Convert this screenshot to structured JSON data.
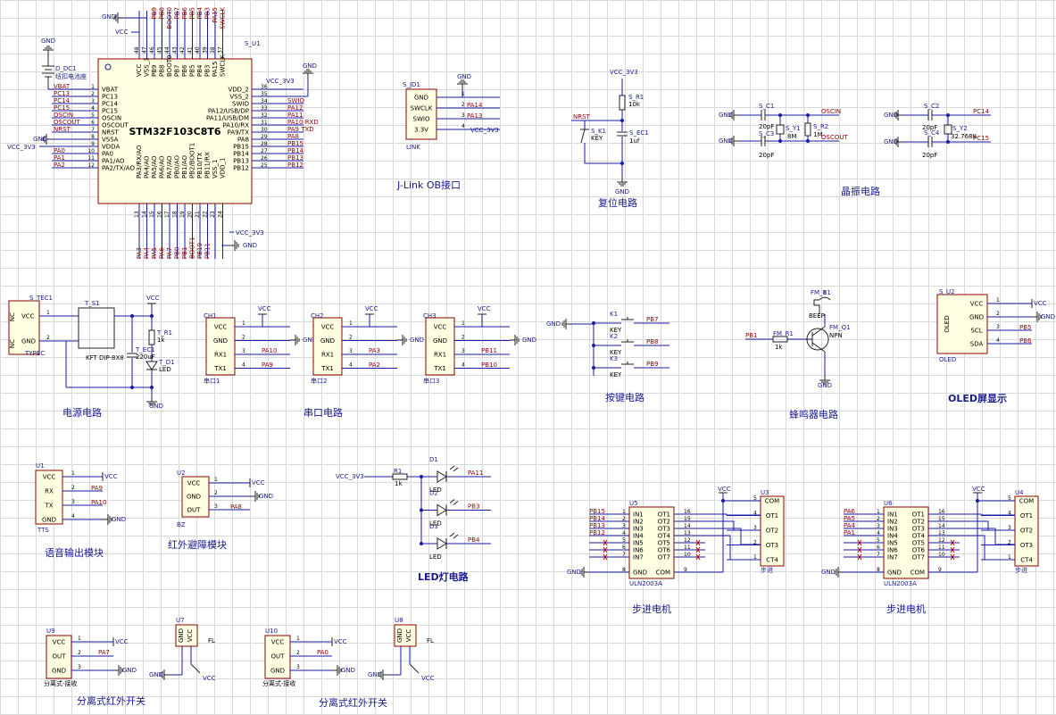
{
  "mcu": {
    "ref": "S_U1",
    "part": "STM32F103C8T6",
    "left_pins": [
      {
        "net": "VBAT",
        "name": "VBAT",
        "num": "1"
      },
      {
        "net": "PC13",
        "name": "PC13",
        "num": "2"
      },
      {
        "net": "PC14",
        "name": "PC14",
        "num": "3"
      },
      {
        "net": "PC15",
        "name": "PC15",
        "num": "4"
      },
      {
        "net": "OSCIN",
        "name": "OSCIN",
        "num": "5"
      },
      {
        "net": "OSCOUT",
        "name": "OSCOUT",
        "num": "6"
      },
      {
        "net": "NRST",
        "name": "NRST",
        "num": "7"
      },
      {
        "net": "GND",
        "name": "VSSA",
        "num": "8"
      },
      {
        "net": "VCC_3V3",
        "name": "VDDA",
        "num": "9"
      },
      {
        "net": "PA0",
        "name": "PA0",
        "num": "10"
      },
      {
        "net": "PA1",
        "name": "PA1/AO",
        "num": "11"
      },
      {
        "net": "PA2",
        "name": "PA2/TX/AO",
        "num": "12"
      }
    ],
    "right_pins": [
      {
        "net": "VCC_3V3",
        "name": "VDD_2",
        "num": "36"
      },
      {
        "net": "",
        "name": "VSS_2",
        "num": "35"
      },
      {
        "net": "SWIO",
        "name": "SWIO",
        "num": "34"
      },
      {
        "net": "PA12",
        "name": "PA12/USB/DP",
        "num": "33"
      },
      {
        "net": "PA11",
        "name": "PA11/USB/DM",
        "num": "32"
      },
      {
        "net": "PA10 RXD",
        "name": "PA10/RX",
        "num": "31"
      },
      {
        "net": "PA9 TXD",
        "name": "PA9/TX",
        "num": "30"
      },
      {
        "net": "PA8",
        "name": "PA8",
        "num": "29"
      },
      {
        "net": "PB15",
        "name": "PB15",
        "num": "28"
      },
      {
        "net": "PB14",
        "name": "PB14",
        "num": "27"
      },
      {
        "net": "PB13",
        "name": "PB13",
        "num": "26"
      },
      {
        "net": "PB12",
        "name": "PB12",
        "num": "25"
      }
    ],
    "top_pins": [
      {
        "name": "VCC",
        "num": "48",
        "net": "VCC"
      },
      {
        "name": "VSS_3",
        "num": "47",
        "net": "GND"
      },
      {
        "name": "PB9",
        "num": "46",
        "net": "PB9"
      },
      {
        "name": "PB8",
        "num": "45",
        "net": "PB8"
      },
      {
        "name": "BOOT0",
        "num": "44",
        "net": "BOOT0"
      },
      {
        "name": "PB7",
        "num": "43",
        "net": "PB7"
      },
      {
        "name": "PB6",
        "num": "42",
        "net": "PB6"
      },
      {
        "name": "PB5",
        "num": "41",
        "net": "PB5"
      },
      {
        "name": "PB4",
        "num": "40",
        "net": "PB4"
      },
      {
        "name": "PB3",
        "num": "39",
        "net": "PB3"
      },
      {
        "name": "PA15",
        "num": "38",
        "net": "PA15"
      },
      {
        "name": "SWCLK",
        "num": "37",
        "net": "SWCLK"
      }
    ],
    "bottom_pins": [
      {
        "name": "PA3/RX/AO",
        "num": "13",
        "net": "PA3"
      },
      {
        "name": "PA4/AO",
        "num": "14",
        "net": "PA4"
      },
      {
        "name": "PA5/AO",
        "num": "15",
        "net": "PA5"
      },
      {
        "name": "PA6/AO",
        "num": "16",
        "net": "PA6"
      },
      {
        "name": "PA7/AO",
        "num": "17",
        "net": "PA7"
      },
      {
        "name": "PB0/AO",
        "num": "18",
        "net": "PB0"
      },
      {
        "name": "PB1/AO",
        "num": "19",
        "net": "PB1"
      },
      {
        "name": "PB2/BOOT1",
        "num": "20",
        "net": "BOOT1"
      },
      {
        "name": "PB10/TX",
        "num": "21",
        "net": "PB10"
      },
      {
        "name": "PB11/RX",
        "num": "22",
        "net": "PB11"
      },
      {
        "name": "VSS_1",
        "num": "23",
        "net": ""
      },
      {
        "name": "VDD_1",
        "num": "24",
        "net": "VCC_3V3"
      }
    ],
    "battery": {
      "ref": "D_DC1",
      "label": "纽扣电池座"
    }
  },
  "jlink": {
    "ref": "S_JD1",
    "part": "LINK",
    "caption": "J-Link OB接口",
    "pins": [
      {
        "name": "GND",
        "num": "1",
        "net": ""
      },
      {
        "name": "SWCLK",
        "num": "2",
        "net": "PA14"
      },
      {
        "name": "SWIO",
        "num": "3",
        "net": "PA13"
      },
      {
        "name": "3.3V",
        "num": "4",
        "net": "VCC_3V3"
      }
    ]
  },
  "reset": {
    "caption": "复位电路",
    "vcc": "VCC_3V3",
    "r_ref": "S_R1",
    "r_val": "10k",
    "key_ref": "S_K1",
    "key_val": "KEY",
    "c_ref": "S_EC1",
    "c_val": "1uf",
    "net": "NRST"
  },
  "crystal": {
    "caption": "晶振电路",
    "c1": "S_C1",
    "c2": "S_C2",
    "c3": "S_C3",
    "c4": "S_C4",
    "cval": "20pF",
    "y1": "S_Y1",
    "y1val": "8M",
    "y2": "S_Y2",
    "y2val": "32.768K",
    "r2": "S_R2",
    "r2val": "1M",
    "oscin": "OSCIN",
    "oscout": "OSCOUT",
    "pc14": "PC14",
    "pc15": "PC15"
  },
  "power": {
    "caption": "电源电路",
    "usb_ref": "S_TEC1",
    "usb_part": "TYPEC",
    "usb_pins": [
      {
        "name": "VCC",
        "num": "1"
      },
      {
        "name": "GND",
        "num": "2"
      }
    ],
    "nc": "NC",
    "sw_ref": "T_S1",
    "sw_part": "KFT DIP-8X8",
    "c_ref": "T_EC1",
    "c_val": "220uF",
    "r_ref": "T_R1",
    "r_val": "1k",
    "led_ref": "T_D1",
    "led_val": "LED"
  },
  "serial": {
    "caption": "串口电路",
    "modules": [
      {
        "ref": "CH1",
        "part": "串口1",
        "tx": "PA9",
        "rx": "PA10"
      },
      {
        "ref": "CH2",
        "part": "串口2",
        "tx": "PA2",
        "rx": "PA3"
      },
      {
        "ref": "CH3",
        "part": "串口3",
        "tx": "PB10",
        "rx": "PB11"
      }
    ],
    "pins": [
      "VCC",
      "GND",
      "RX1",
      "TX1"
    ]
  },
  "keys": {
    "caption": "按键电路",
    "items": [
      {
        "ref": "K1",
        "val": "KEY",
        "net": "PB7"
      },
      {
        "ref": "K2",
        "val": "KEY",
        "net": "PB8"
      },
      {
        "ref": "K3",
        "val": "KEY",
        "net": "PB9"
      }
    ]
  },
  "buzzer": {
    "caption": "蜂鸣器电路",
    "b_ref": "FM_B1",
    "b_val": "BEEP",
    "q_ref": "FM_Q1",
    "q_val": "NPN",
    "r_ref": "FM_R1",
    "r_val": "1k",
    "net": "PB1"
  },
  "oled": {
    "caption": "OLED屏显示",
    "ref": "S_U2",
    "part": "OLED",
    "pins": [
      {
        "name": "VCC",
        "num": "1",
        "net": "VCC"
      },
      {
        "name": "GND",
        "num": "2",
        "net": "GND"
      },
      {
        "name": "SCL",
        "num": "3",
        "net": "PB5"
      },
      {
        "name": "SDA",
        "num": "4",
        "net": "PB6"
      }
    ]
  },
  "voice": {
    "caption": "语音输出模块",
    "ref": "U1",
    "part": "TTS",
    "pins": [
      {
        "name": "VCC",
        "num": "1",
        "net": "VCC"
      },
      {
        "name": "RX",
        "num": "2",
        "net": "PA9"
      },
      {
        "name": "TX",
        "num": "3",
        "net": "PA10"
      },
      {
        "name": "GND",
        "num": "4",
        "net": "GND"
      }
    ]
  },
  "ir": {
    "caption": "红外避障模块",
    "ref": "U2",
    "part": "BZ",
    "pins": [
      {
        "name": "VCC",
        "num": "1",
        "net": "VCC"
      },
      {
        "name": "GND",
        "num": "2",
        "net": "GND"
      },
      {
        "name": "OUT",
        "num": "3",
        "net": "PA8"
      }
    ]
  },
  "leds": {
    "caption": "LED灯电路",
    "vcc": "VCC_3V3",
    "r_ref": "R1",
    "r_val": "1k",
    "items": [
      {
        "ref": "D1",
        "val": "LED",
        "net": "PA11"
      },
      {
        "ref": "D2",
        "val": "LED",
        "net": "PB3"
      },
      {
        "ref": "D3",
        "val": "LED",
        "net": "PB4"
      }
    ]
  },
  "stepper1": {
    "caption": "步进电机",
    "drv_ref": "U5",
    "drv_part": "ULN2003A",
    "mot_ref": "U3",
    "mot_part": "步进",
    "in_nets": [
      "PB15",
      "PB14",
      "PB13",
      "PB12"
    ]
  },
  "stepper2": {
    "caption": "步进电机",
    "drv_ref": "U6",
    "drv_part": "ULN2003A",
    "mot_ref": "U4",
    "mot_part": "步进",
    "in_nets": [
      "PA6",
      "PA5",
      "PA4",
      "PA1"
    ]
  },
  "uln": {
    "in_pins": [
      {
        "name": "IN1",
        "num": "1"
      },
      {
        "name": "IN2",
        "num": "2"
      },
      {
        "name": "IN3",
        "num": "3"
      },
      {
        "name": "IN4",
        "num": "4"
      },
      {
        "name": "IN5",
        "num": "5"
      },
      {
        "name": "IN6",
        "num": "6"
      },
      {
        "name": "IN7",
        "num": "7"
      },
      {
        "name": "GND",
        "num": "8"
      }
    ],
    "out_pins": [
      {
        "name": "OT1",
        "num": "16"
      },
      {
        "name": "OT2",
        "num": "15"
      },
      {
        "name": "OT3",
        "num": "14"
      },
      {
        "name": "OT4",
        "num": "13"
      },
      {
        "name": "OT5",
        "num": "12"
      },
      {
        "name": "OT6",
        "num": "11"
      },
      {
        "name": "OT7",
        "num": "10"
      },
      {
        "name": "COM",
        "num": "9"
      }
    ],
    "mot_pins": [
      {
        "name": "COM",
        "num": "5"
      },
      {
        "name": "OT1",
        "num": "4"
      },
      {
        "name": "OT2",
        "num": "3"
      },
      {
        "name": "OT3",
        "num": "2"
      },
      {
        "name": "CT4",
        "num": "1"
      }
    ]
  },
  "ir_switch1": {
    "caption": "分离式红外开关",
    "rx_ref": "U9",
    "rx_part": "分离式-接收",
    "tx_ref": "U7",
    "tx_part": "FL",
    "net": "PA7"
  },
  "ir_switch2": {
    "caption": "分离式红外开关",
    "rx_ref": "U10",
    "rx_part": "分离式-接收",
    "tx_ref": "U8",
    "tx_part": "FL",
    "net": "PA0"
  },
  "labels": {
    "gnd": "GND",
    "vcc": "VCC",
    "vcc33": "VCC_3V3",
    "out": "OUT"
  }
}
